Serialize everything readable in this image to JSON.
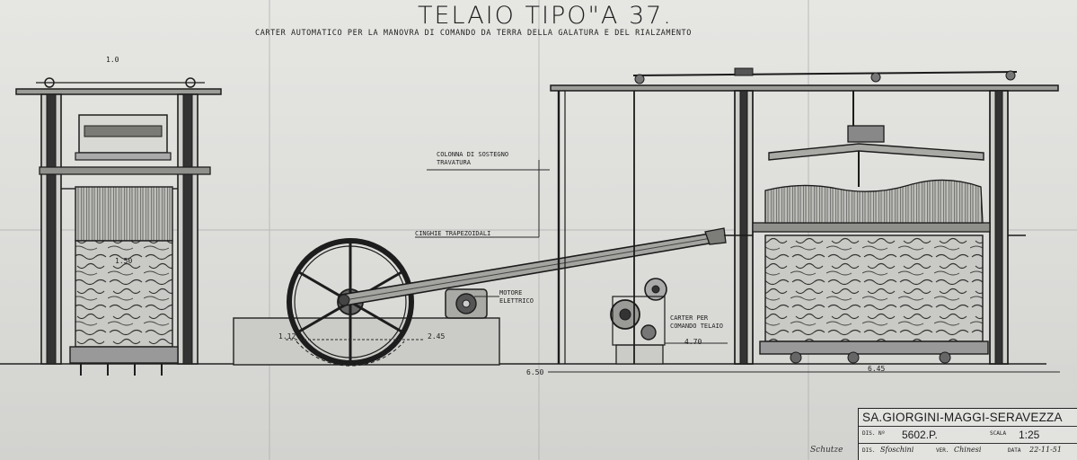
{
  "drawing": {
    "title": "TELAIO TIPO\"A 37.",
    "subtitle": "CARTER AUTOMATICO PER LA MANOVRA DI COMANDO DA TERRA DELLA GALATURA E DEL RIALZAMENTO"
  },
  "annotations": {
    "column_note_line1": "COLONNA DI SOSTEGNO",
    "column_note_line2": "TRAVATURA",
    "belt_note": "CINGHIE TRAPEZOIDALI",
    "motor_line1": "MOTORE",
    "motor_line2": "ELETTRICO",
    "carter_line1": "CARTER PER",
    "carter_line2": "COMANDO TELAIO"
  },
  "dimensions": {
    "left_top": "1.0",
    "left_bale": "1.50",
    "wheel_left": "1.12",
    "wheel_right": "2.45",
    "carter_width": "4.70",
    "floor_mark": "6.50",
    "right_span": "6.45"
  },
  "title_block": {
    "company": "SA.GIORGINI-MAGGI-SERAVEZZA",
    "dis_label": "DIS. Nº",
    "dis_number": "5602.P.",
    "scale_label": "SCALA",
    "scale_value": "1:25",
    "des_label": "DIS.",
    "des_value": "Sfoschini",
    "ver_label": "VER.",
    "ver_value": "Chinesi",
    "date_label": "DATA",
    "date_value": "22-11-51"
  },
  "signature": "Schutze"
}
